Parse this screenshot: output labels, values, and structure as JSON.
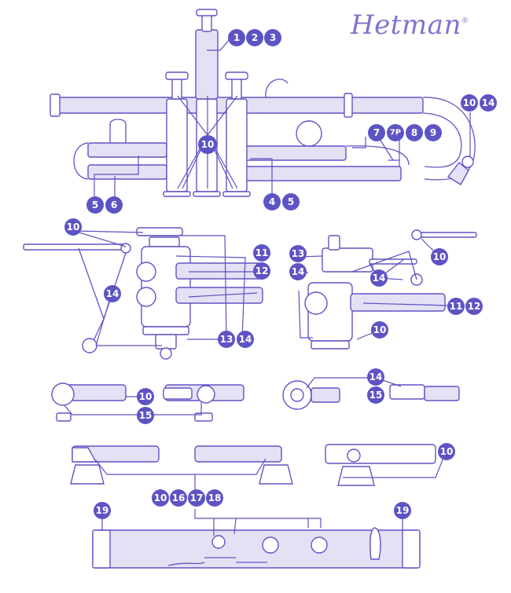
{
  "brand": {
    "name": "Hetman",
    "mark": "®"
  },
  "callouts": [
    "1",
    "2",
    "3",
    "4",
    "5",
    "6",
    "7",
    "7P",
    "8",
    "9",
    "10",
    "11",
    "12",
    "13",
    "14",
    "15",
    "16",
    "17",
    "18",
    "19"
  ]
}
